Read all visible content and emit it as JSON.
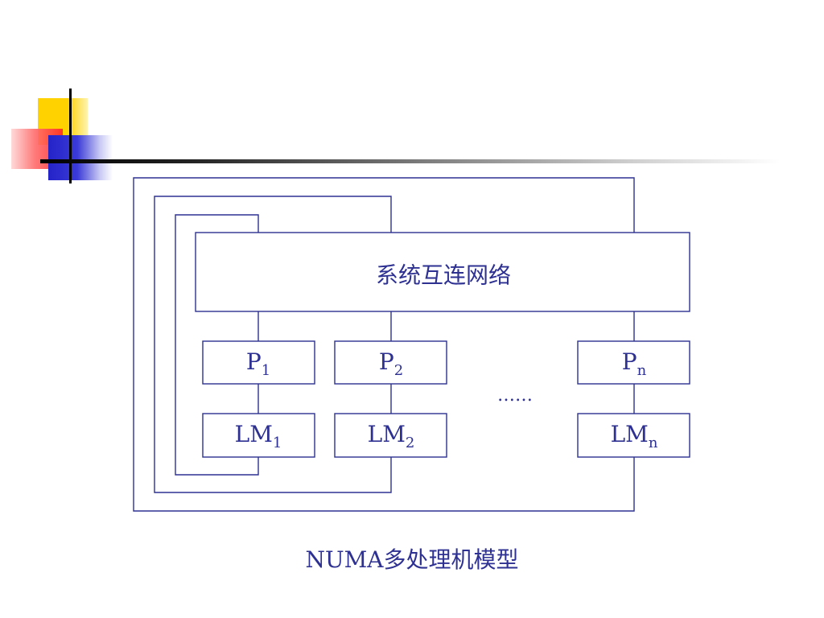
{
  "network_label": "系统互连网络",
  "nodes": [
    {
      "proc": "P",
      "proc_sub": "1",
      "mem": "LM",
      "mem_sub": "1"
    },
    {
      "proc": "P",
      "proc_sub": "2",
      "mem": "LM",
      "mem_sub": "2"
    },
    {
      "proc": "P",
      "proc_sub": "n",
      "mem": "LM",
      "mem_sub": "n"
    }
  ],
  "ellipsis": "……",
  "caption": "NUMA多处理机模型",
  "colors": {
    "diagram": "#2e3192",
    "accent_yellow": "#ffd200",
    "accent_red": "#ff2828",
    "accent_blue": "#2323c8"
  }
}
